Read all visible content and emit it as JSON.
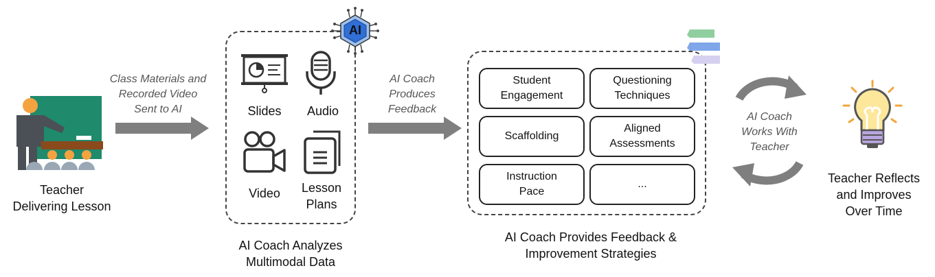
{
  "teacher": {
    "caption_line1": "Teacher",
    "caption_line2": "Delivering Lesson",
    "icon": "teacher-at-chalkboard-icon"
  },
  "arrow1": {
    "line1": "Class Materials and",
    "line2": "Recorded Video",
    "line3": "Sent to AI"
  },
  "analyze": {
    "ai_badge": "AI",
    "items": [
      {
        "label": "Slides",
        "icon": "slides-presentation-icon"
      },
      {
        "label": "Audio",
        "icon": "microphone-icon"
      },
      {
        "label": "Video",
        "icon": "video-camera-icon"
      },
      {
        "label_line1": "Lesson",
        "label_line2": "Plans",
        "icon": "document-icon"
      }
    ],
    "caption_line1": "AI Coach Analyzes",
    "caption_line2": "Multimodal Data"
  },
  "arrow2": {
    "line1": "AI Coach",
    "line2": "Produces",
    "line3": "Feedback"
  },
  "feedback": {
    "boxes": [
      {
        "line1": "Student",
        "line2": "Engagement"
      },
      {
        "line1": "Questioning",
        "line2": "Techniques"
      },
      {
        "line1": "Scaffolding",
        "line2": ""
      },
      {
        "line1": "Aligned",
        "line2": "Assessments"
      },
      {
        "line1": "Instruction",
        "line2": "Pace"
      },
      {
        "line1": "...",
        "line2": ""
      }
    ],
    "caption_line1": "AI Coach Provides Feedback &",
    "caption_line2": "Improvement Strategies",
    "chat_colors": [
      "#8fcf9f",
      "#7ea6e8",
      "#d6d0f0"
    ]
  },
  "cycle": {
    "line1": "AI Coach",
    "line2": "Works With",
    "line3": "Teacher",
    "icon": "cycle-arrows-icon"
  },
  "outcome": {
    "caption_line1": "Teacher Reflects",
    "caption_line2": "and Improves",
    "caption_line3": "Over Time",
    "icon": "lightbulb-icon"
  },
  "colors": {
    "arrow": "#7f7f7f",
    "chalkboard": "#1f8a6c",
    "teacher_orange": "#f4a340",
    "desk": "#8a4a1c",
    "ai_blue": "#2f6fd6",
    "bulb_yellow": "#fde79a"
  }
}
